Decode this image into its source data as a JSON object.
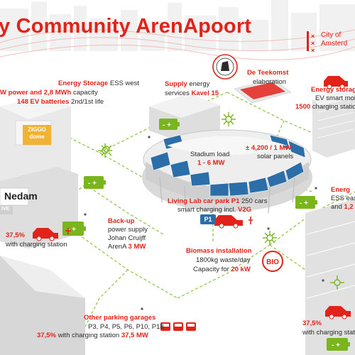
{
  "title": "y Community ArenApoort",
  "city": {
    "line1": "City of",
    "line2": "Amsterd"
  },
  "colors": {
    "red": "#e2231a",
    "green": "#7ab51d",
    "dark": "#2b2b2b"
  },
  "labels": {
    "energy_storage_west_title": "Energy Storage",
    "energy_storage_west_rest": "ESS west",
    "energy_storage_west_line2_a": "W power and",
    "energy_storage_west_line2_b": "2,8 MWh",
    "energy_storage_west_line2_c": "capacity",
    "energy_storage_west_line3_a": "148 EV batteries",
    "energy_storage_west_line3_b": "2nd/1st life",
    "supply_title": "Supply",
    "supply_rest": "energy",
    "supply_line2_a": "services",
    "supply_line2_b": "Kavel 15",
    "teekomst_title": "De Teekomst",
    "teekomst_sub": "elaboration",
    "storage_east_title": "Energy storage",
    "storage_east_line2": "EV smart mobili",
    "storage_east_line3_a": "1500",
    "storage_east_line3_b": "charging station",
    "ziggo_line1": "ZIGGO",
    "ziggo_line2": "dome",
    "nedam": "Nedam",
    "ive": "IVE",
    "stadium_load_title": "Stadium load",
    "stadium_load_value": "1 - 6 MW",
    "solar_value": "± 4,200 / 1 MW",
    "solar_label": "solar panels",
    "living_lab_title": "Living Lab car park P1",
    "living_lab_rest": "250 cars",
    "living_lab_line2_a": "smart charging incl.",
    "living_lab_line2_b": "V2G",
    "p1_badge": "P1",
    "energy_right_a": "Energ",
    "energy_right_b": "ESS eas",
    "energy_right_c": "and",
    "energy_right_d": "1,2",
    "pct_west": "37,5%",
    "with_charging_west": "with charging station",
    "backup_title": "Back-up",
    "backup_line2": "power supply",
    "backup_line3": "Johan Cruijff",
    "backup_line4_a": "ArenA",
    "backup_line4_b": "3 MW",
    "biomass_title": "Biomass installation",
    "biomass_line2": "1800kg waste/day",
    "biomass_line3_a": "Capacity for",
    "biomass_line3_b": "20 kW",
    "bio_badge": "BIO",
    "garages_title": "Other parking garages",
    "garages_line2": "P3, P4, P5, P6, P10, P18",
    "garages_line3_a": "37,5%",
    "garages_line3_b": "with charging station",
    "garages_line3_c": "37,5 MW",
    "pct_east": "37,5%",
    "with_charging_east": "with charging station"
  }
}
